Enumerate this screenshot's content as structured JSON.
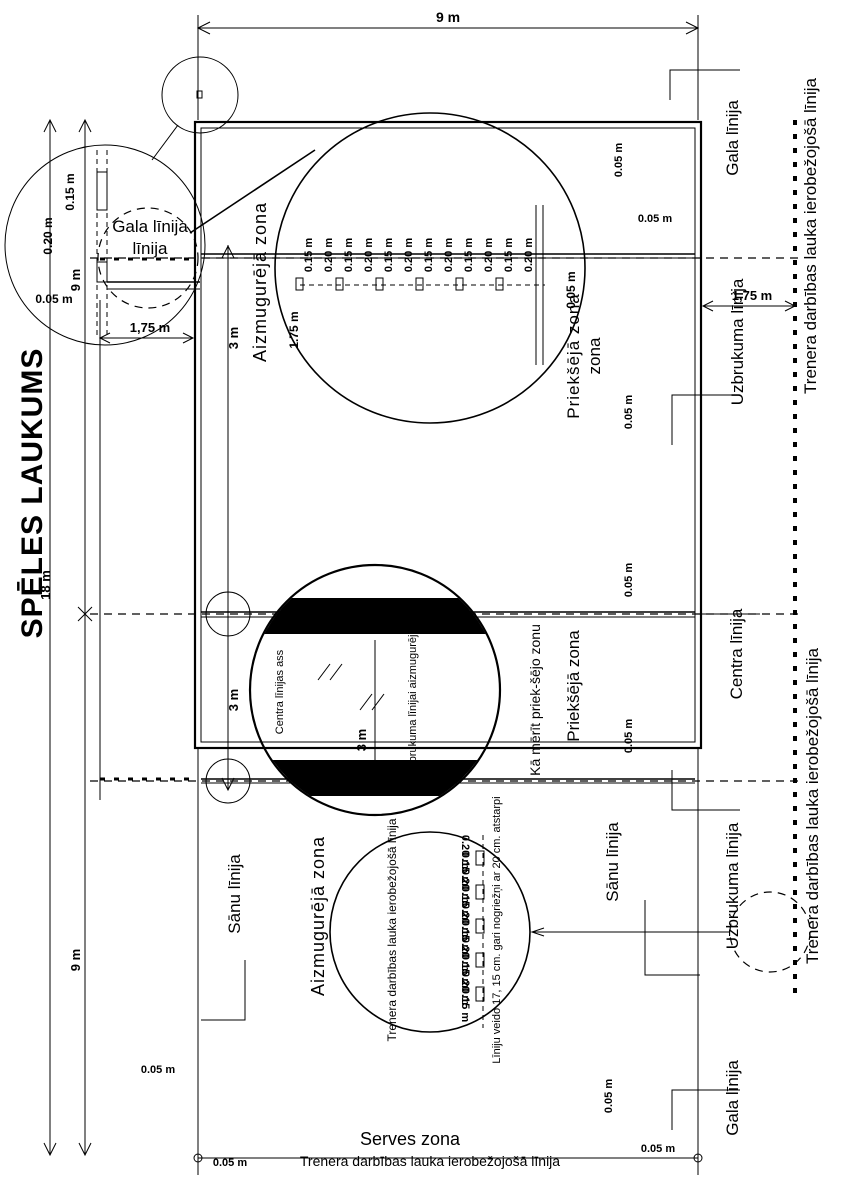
{
  "title": "SPĒLES LAUKUMS",
  "dimensions": {
    "width": "9 m",
    "length": "18 m",
    "half": "9 m",
    "attack": "3 m",
    "coach_offset": "1,75 m",
    "line_width": "0.05 m"
  },
  "zones": {
    "back": "Aizmugurējā zona",
    "back2": "Aizmugurējā zona",
    "front": "Priekšējā zona",
    "front2": "Priekšējā zona",
    "service": "Serves zona"
  },
  "lines": {
    "end_line": "Gala līnija",
    "side_line": "Sānu līnija",
    "center_line": "Centra līnija",
    "attack_line": "Uzbrukuma līnija",
    "coach_line": "Trenera darbības lauka ierobežojošā līnija"
  },
  "detail_end": {
    "dim_a": "0.15 m",
    "dim_b": "0.20 m",
    "dim_w": "0.05 m",
    "label": "Gala līnija"
  },
  "detail_top": {
    "dims": [
      "0.15 m",
      "0.20 m",
      "0.15 m",
      "0.20 m",
      "0.15 m",
      "0.20 m",
      "0.15 m",
      "0.20 m",
      "0.15 m",
      "0.20 m",
      "0.15 m",
      "0.20 m"
    ],
    "length": "1.75 m",
    "w": "0.05 m"
  },
  "detail_mid": {
    "center_axis": "Centra līnijas ass",
    "attack_axis": "Uzbrukuma līnijai aizmugurējā ass",
    "dist": "3 m",
    "note": "Kā mērīt priek-šējo zonu"
  },
  "detail_bottom": {
    "title": "Trenera darbības lauka ierobežojošā līnija",
    "note": "Līniju veido 17, 15 cm. gari nogriežņi ar 20 cm. atstarpi",
    "dims": [
      "0.20 m",
      "0.15 m",
      "0.20 m",
      "0.15 m",
      "0.20 m",
      "0.15 m",
      "0.20 m",
      "0.15 m",
      "0.20 m",
      "0.15 m"
    ]
  },
  "bottom_caption": "Trenera darbības lauka ierobežojošā līnija"
}
